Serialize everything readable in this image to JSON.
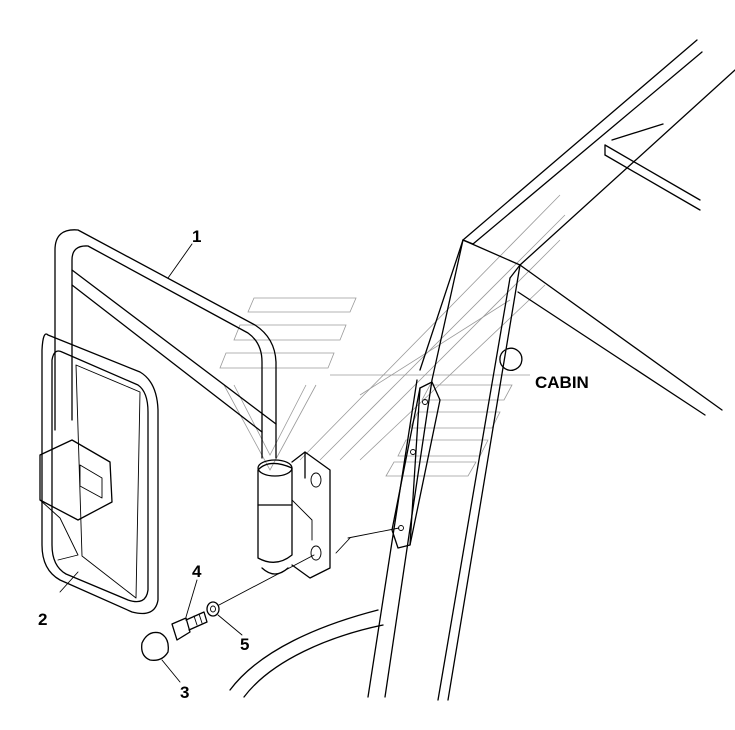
{
  "diagram": {
    "area_label": "CABIN",
    "callouts": [
      {
        "id": "1",
        "text": "1"
      },
      {
        "id": "2",
        "text": "2"
      },
      {
        "id": "3",
        "text": "3"
      },
      {
        "id": "4",
        "text": "4"
      },
      {
        "id": "5",
        "text": "5"
      }
    ]
  },
  "colors": {
    "line": "#000000",
    "watermark": "#9a9a9a",
    "background": "#ffffff"
  }
}
